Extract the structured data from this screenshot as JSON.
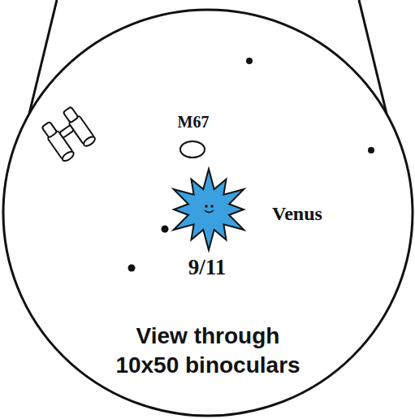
{
  "diagram": {
    "nodes": [
      {
        "text": [
          "M67",
          "Venus",
          "9/11",
          "View through 10x50 binoculars"
        ]
      }
    ]
  }
}
